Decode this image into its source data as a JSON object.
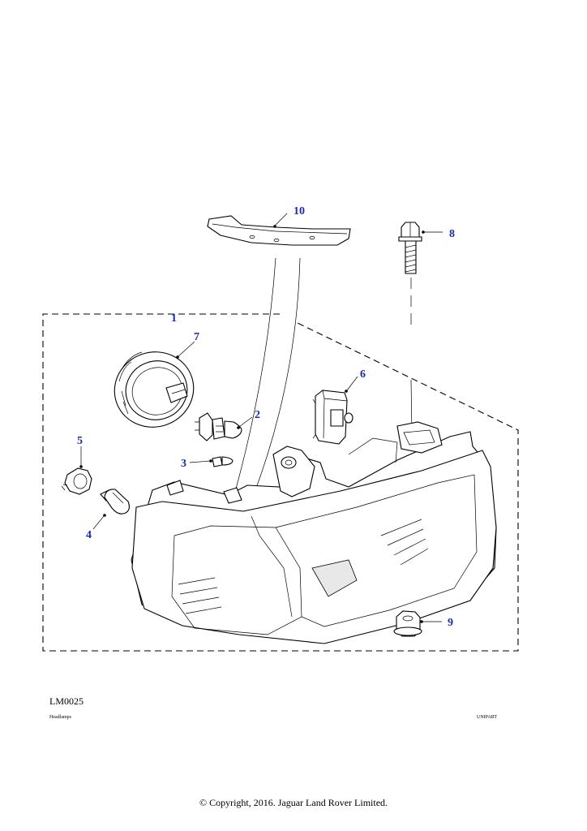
{
  "diagram": {
    "callouts": [
      "1",
      "2",
      "3",
      "4",
      "5",
      "6",
      "7",
      "8",
      "9",
      "10"
    ],
    "label_color": "#1a2bb5"
  },
  "footer": {
    "code": "LM0025",
    "caption_left": "Headlamps",
    "caption_right": "UNIPART",
    "copyright": "© Copyright, 2016. Jaguar Land Rover Limited."
  }
}
